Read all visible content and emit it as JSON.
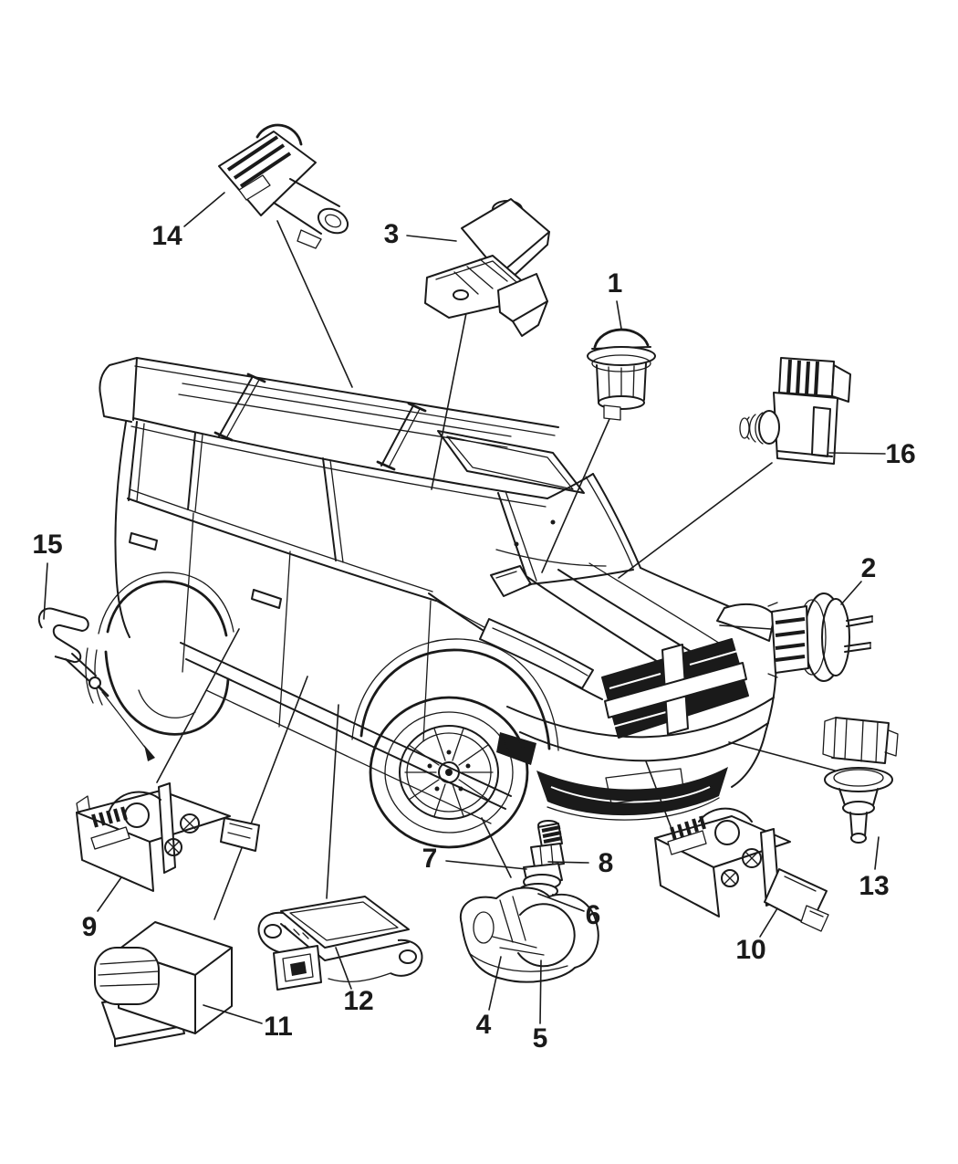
{
  "diagram": {
    "subject": "exploded-parts-callout-diagram-of-body-sensors-on-crossover-suv-three-quarter-front-left-view",
    "colors": {
      "ink": "#1a1a1a",
      "background": "#ffffff"
    },
    "callouts": [
      {
        "number": "1"
      },
      {
        "number": "2"
      },
      {
        "number": "3"
      },
      {
        "number": "4"
      },
      {
        "number": "5"
      },
      {
        "number": "6"
      },
      {
        "number": "7"
      },
      {
        "number": "8"
      },
      {
        "number": "9"
      },
      {
        "number": "10"
      },
      {
        "number": "11"
      },
      {
        "number": "12"
      },
      {
        "number": "13"
      },
      {
        "number": "14"
      },
      {
        "number": "15"
      },
      {
        "number": "16"
      }
    ]
  }
}
